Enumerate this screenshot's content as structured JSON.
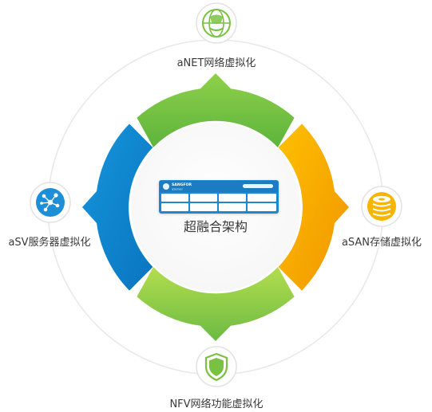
{
  "center": {
    "title": "超融合架构",
    "brand_line1": "SANGFOR",
    "brand_line2": "aServer"
  },
  "nodes": {
    "top": {
      "label": "aNET网络虚拟化",
      "icon": "network-virtualization-icon",
      "color": "#7ac143"
    },
    "right": {
      "label": "aSAN存储虚拟化",
      "icon": "storage-disks-icon",
      "color": "#f5a800"
    },
    "bottom": {
      "label": "NFV网络功能虚拟化",
      "icon": "shield-icon",
      "color": "#7ac143"
    },
    "left": {
      "label": "aSV服务器虚拟化",
      "icon": "server-cluster-icon",
      "color": "#1e8fd6"
    }
  },
  "colors": {
    "green": "#77c046",
    "green_light": "#9ed34f",
    "orange": "#f8b000",
    "blue": "#0b83cf",
    "ring": "#e6e6e6"
  }
}
